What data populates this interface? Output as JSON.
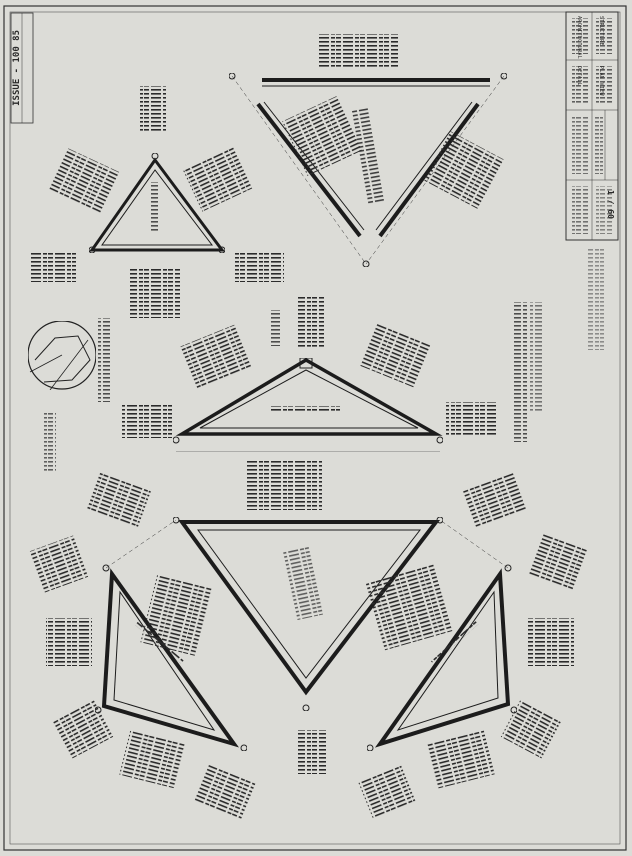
{
  "drawing": {
    "issue_label": "ISSUE - 100 85",
    "sheet_number": "1 / 60",
    "title_block": {
      "company": "ARCHITECTURAL",
      "lines": [
        "STRUCTURE",
        "PLAN VIEW",
        "DETAIL"
      ]
    }
  }
}
